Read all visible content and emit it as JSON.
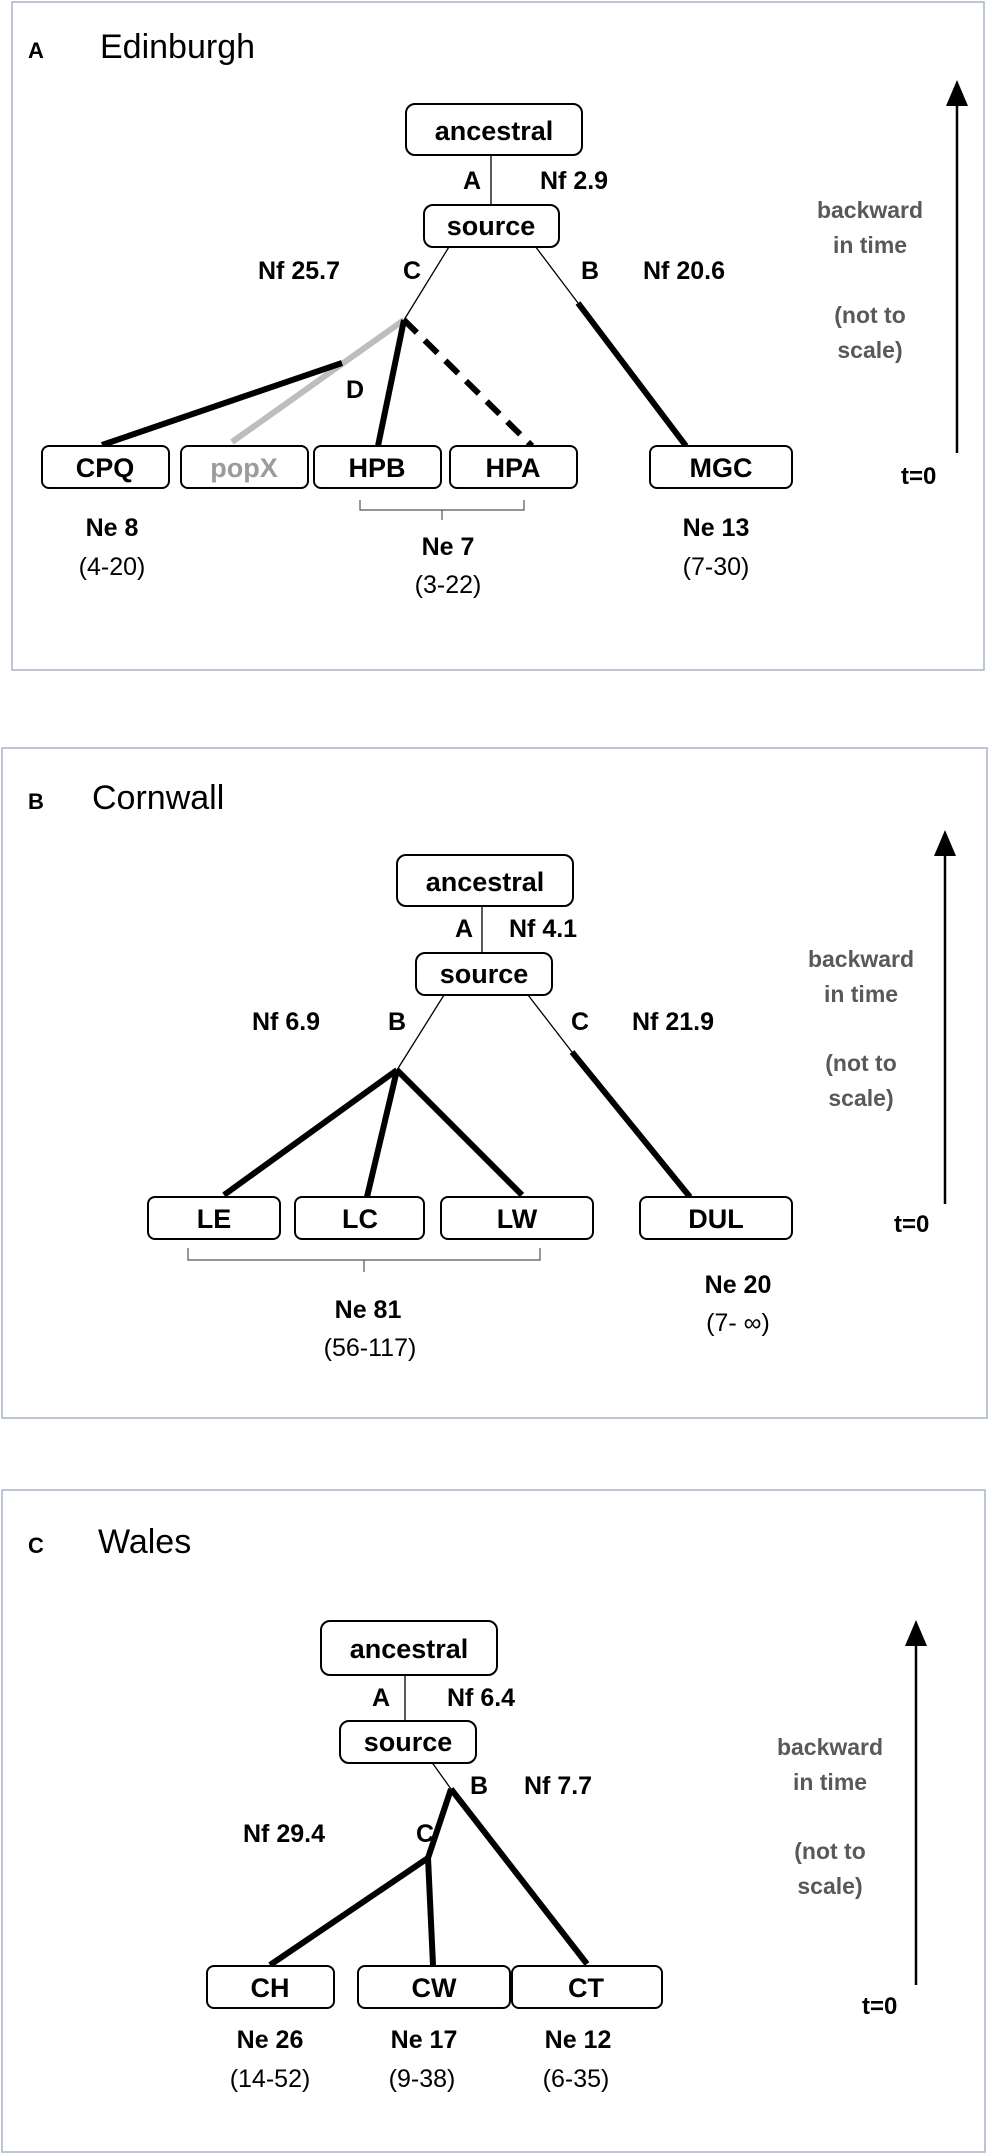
{
  "panels": [
    {
      "letter": "A",
      "title": "Edinburgh",
      "nodes": {
        "ancestral": "ancestral",
        "source": "source",
        "cpq": "CPQ",
        "popx": "popX",
        "hpb": "HPB",
        "hpa": "HPA",
        "mgc": "MGC"
      },
      "branches": {
        "a": "A",
        "b": "B",
        "c": "C",
        "d": "D"
      },
      "nf": {
        "a": "Nf  2.9",
        "c": "Nf  25.7",
        "b": "Nf  20.6"
      },
      "ne": {
        "cpq": "Ne  8",
        "cpq_ci": "(4-20)",
        "hp": "Ne  7",
        "hp_ci": "(3-22)",
        "mgc": "Ne 13",
        "mgc_ci": "(7-30)"
      },
      "time": {
        "line1": "backward",
        "line2": "in time",
        "line3": "(not to",
        "line4": "scale)",
        "t0": "t=0"
      }
    },
    {
      "letter": "B",
      "title": "Cornwall",
      "nodes": {
        "ancestral": "ancestral",
        "source": "source",
        "le": "LE",
        "lc": "LC",
        "lw": "LW",
        "dul": "DUL"
      },
      "branches": {
        "a": "A",
        "b": "B",
        "c": "C"
      },
      "nf": {
        "a": "Nf   4.1",
        "b": "Nf  6.9",
        "c": "Nf  21.9"
      },
      "ne": {
        "l": "Ne  81",
        "l_ci": "(56-117)",
        "dul": "Ne 20",
        "dul_ci": "(7- ∞)"
      },
      "time": {
        "line1": "backward",
        "line2": "in time",
        "line3": "(not to",
        "line4": "scale)",
        "t0": "t=0"
      }
    },
    {
      "letter": "C",
      "title": "Wales",
      "nodes": {
        "ancestral": "ancestral",
        "source": "source",
        "ch": "CH",
        "cw": "CW",
        "ct": "CT"
      },
      "branches": {
        "a": "A",
        "b": "B",
        "c": "C"
      },
      "nf": {
        "a": "Nf    6.4",
        "b": "Nf   7.7",
        "c": "Nf   29.4"
      },
      "ne": {
        "ch": "Ne   26",
        "ch_ci": "(14-52)",
        "cw": "Ne   17",
        "cw_ci": "(9-38)",
        "ct": "Ne   12",
        "ct_ci": "(6-35)"
      },
      "time": {
        "line1": "backward",
        "line2": "in time",
        "line3": "(not to",
        "line4": "scale)",
        "t0": "t=0"
      }
    }
  ]
}
